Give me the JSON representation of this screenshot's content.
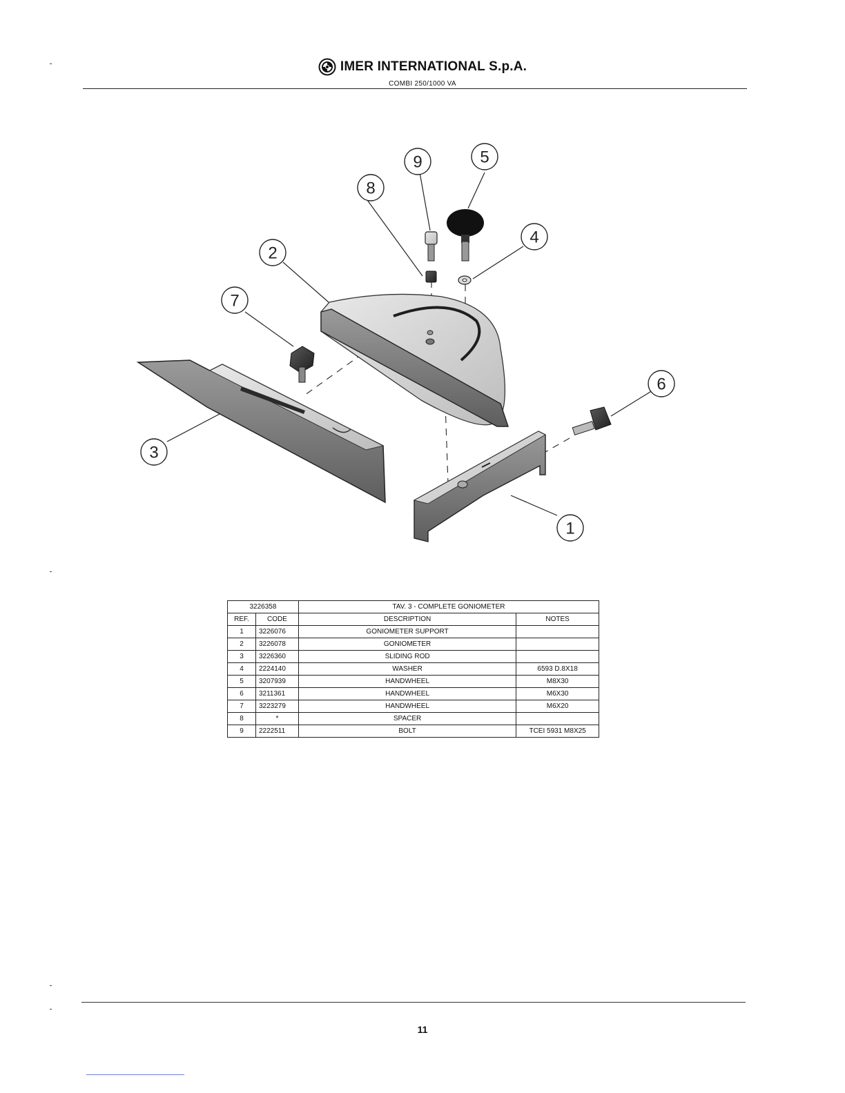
{
  "header": {
    "company": "IMER INTERNATIONAL S.p.A.",
    "model": "COMBI 250/1000 VA"
  },
  "diagram": {
    "callouts": [
      "1",
      "2",
      "3",
      "4",
      "5",
      "6",
      "7",
      "8",
      "9"
    ]
  },
  "table": {
    "assembly_code": "3226358",
    "assembly_title": "TAV. 3 - COMPLETE GONIOMETER",
    "columns": [
      "REF.",
      "CODE",
      "DESCRIPTION",
      "NOTES"
    ],
    "rows": [
      {
        "ref": "1",
        "code": "3226076",
        "description": "GONIOMETER SUPPORT",
        "notes": ""
      },
      {
        "ref": "2",
        "code": "3226078",
        "description": "GONIOMETER",
        "notes": ""
      },
      {
        "ref": "3",
        "code": "3226360",
        "description": "SLIDING ROD",
        "notes": ""
      },
      {
        "ref": "4",
        "code": "2224140",
        "description": "WASHER",
        "notes": "6593  D.8X18"
      },
      {
        "ref": "5",
        "code": "3207939",
        "description": "HANDWHEEL",
        "notes": "M8X30"
      },
      {
        "ref": "6",
        "code": "3211361",
        "description": "HANDWHEEL",
        "notes": "M6X30"
      },
      {
        "ref": "7",
        "code": "3223279",
        "description": "HANDWHEEL",
        "notes": "M6X20"
      },
      {
        "ref": "8",
        "code": "*",
        "description": "SPACER",
        "notes": ""
      },
      {
        "ref": "9",
        "code": "2222511",
        "description": "BOLT",
        "notes": "TCEI 5931  M8X25"
      }
    ]
  },
  "footer": {
    "page_number": "11"
  }
}
